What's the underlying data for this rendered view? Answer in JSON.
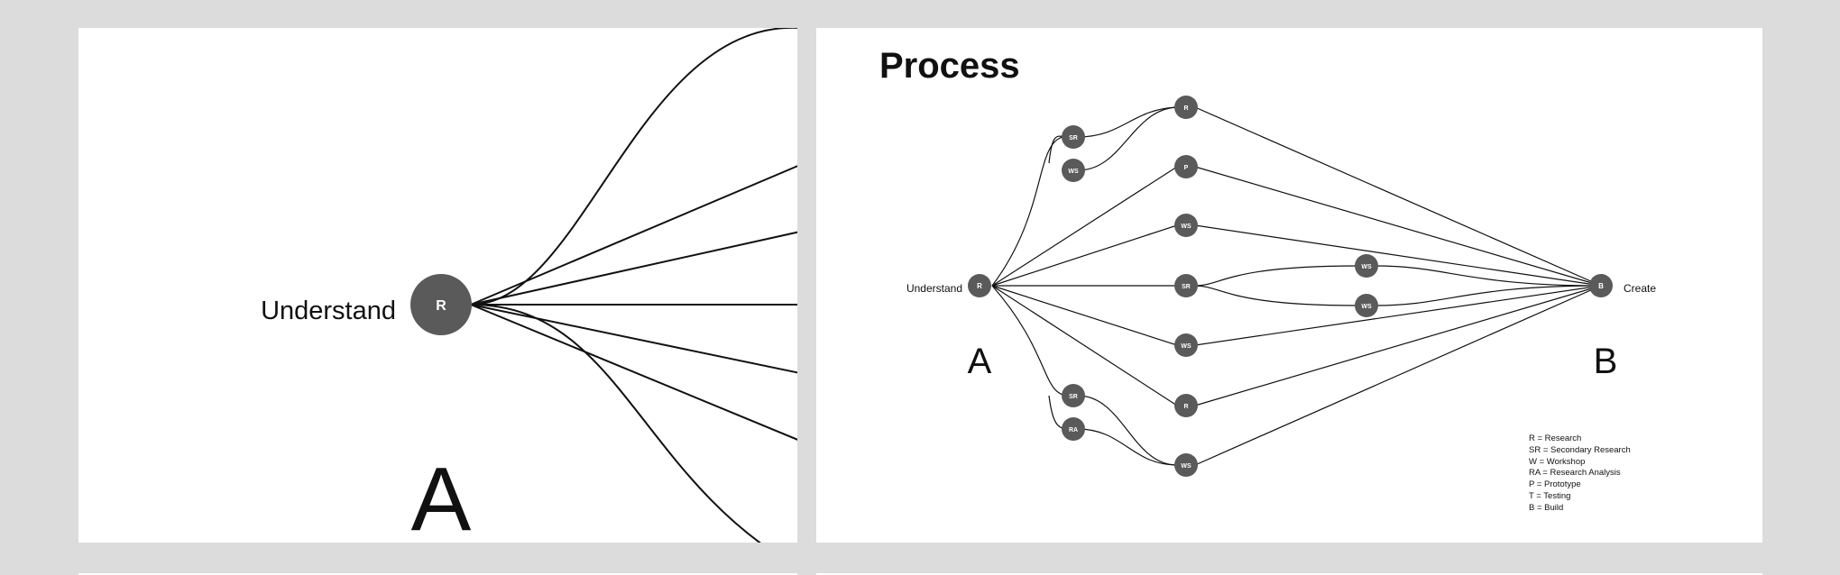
{
  "left_slide": {
    "start_label": "Understand",
    "start_node": "R",
    "letter": "A"
  },
  "right_slide": {
    "title": "Process",
    "start_label": "Understand",
    "end_label": "Create",
    "start_node": "R",
    "end_node": "B",
    "letter_start": "A",
    "letter_end": "B",
    "nodes": {
      "sr_top": "SR",
      "ws_top": "WS",
      "r_top": "R",
      "p_mid": "P",
      "ws_mid": "WS",
      "sr_center": "SR",
      "ws_branch_up": "WS",
      "ws_branch_down": "WS",
      "ws_low": "WS",
      "r_low": "R",
      "sr_bottom": "SR",
      "ra_bottom": "RA",
      "ws_bottom": "WS"
    },
    "legend": [
      "R = Research",
      "SR = Secondary Research",
      "W = Workshop",
      "RA = Research Analysis",
      "P = Prototype",
      "T = Testing",
      "B = Build"
    ]
  },
  "colors": {
    "background": "#dcdcdc",
    "slide": "#ffffff",
    "node": "#5a5a5a",
    "line": "#111111"
  }
}
